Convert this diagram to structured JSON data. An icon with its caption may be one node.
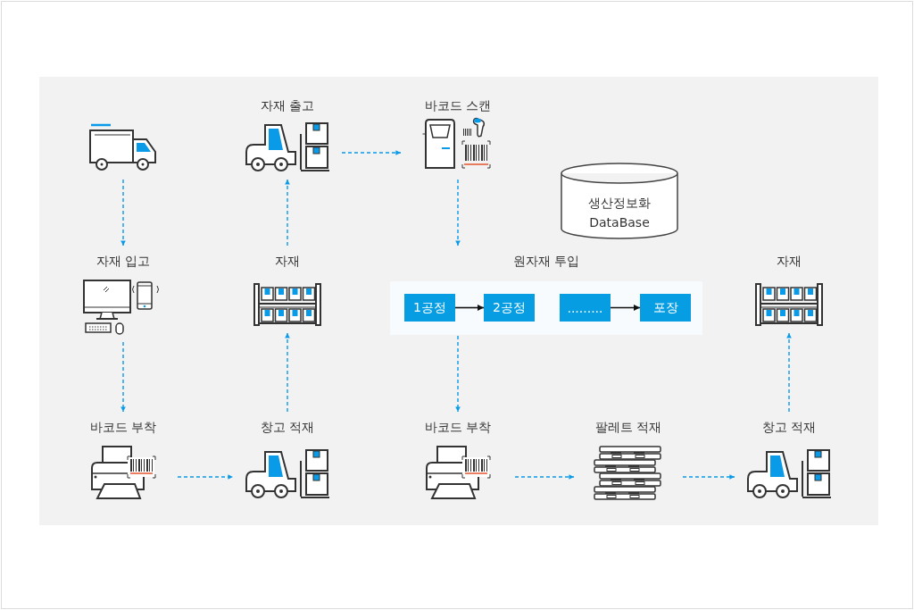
{
  "diagram": {
    "nodes": [
      {
        "text": [],
        "shape": "picture"
      },
      {
        "text": [
          "자재 입고"
        ]
      },
      {
        "text": [
          "바코드 부착"
        ]
      },
      {
        "text": [
          "창고 적재"
        ]
      },
      {
        "text": [
          "자재"
        ]
      },
      {
        "text": [
          "자재 출고"
        ]
      },
      {
        "text": [
          "바코드 스캔"
        ]
      },
      {
        "text": [
          "원자재 투입"
        ]
      },
      {
        "text": [
          "1공정"
        ],
        "in": 7
      },
      {
        "text": [
          "2공정"
        ],
        "in": 7
      },
      {
        "text": [
          "........."
        ],
        "in": 7
      },
      {
        "text": [
          "포장"
        ],
        "in": 7
      },
      {
        "text": [
          "바코드 부착"
        ]
      },
      {
        "text": [
          "팔레트 적재"
        ]
      },
      {
        "text": [
          "창고 적재"
        ]
      },
      {
        "text": [
          "자재"
        ]
      },
      {
        "text": [
          "생산정보화 DataBase"
        ]
      }
    ],
    "edges": [
      {
        "from": 0,
        "to": 1,
        "arrow": "to",
        "style": "dashed"
      },
      {
        "from": 1,
        "to": 2,
        "arrow": "to",
        "style": "dashed"
      },
      {
        "from": 2,
        "to": 3,
        "arrow": "to",
        "style": "dashed"
      },
      {
        "from": 3,
        "to": 4,
        "arrow": "to",
        "style": "dashed"
      },
      {
        "from": 4,
        "to": 5,
        "arrow": "to",
        "style": "dashed"
      },
      {
        "from": 5,
        "to": 6,
        "arrow": "to",
        "style": "dashed"
      },
      {
        "from": 6,
        "to": 7,
        "arrow": "to",
        "style": "dashed"
      },
      {
        "from": 8,
        "to": 9,
        "arrow": "to",
        "color": "#111111"
      },
      {
        "from": 10,
        "to": 11,
        "arrow": "to",
        "color": "#111111"
      },
      {
        "from": 7,
        "to": 12,
        "arrow": "to",
        "style": "dashed"
      },
      {
        "from": 12,
        "to": 13,
        "arrow": "to",
        "style": "dashed"
      },
      {
        "from": 13,
        "to": 14,
        "arrow": "to",
        "style": "dashed"
      },
      {
        "from": 14,
        "to": 15,
        "arrow": "to",
        "style": "dashed"
      }
    ]
  }
}
